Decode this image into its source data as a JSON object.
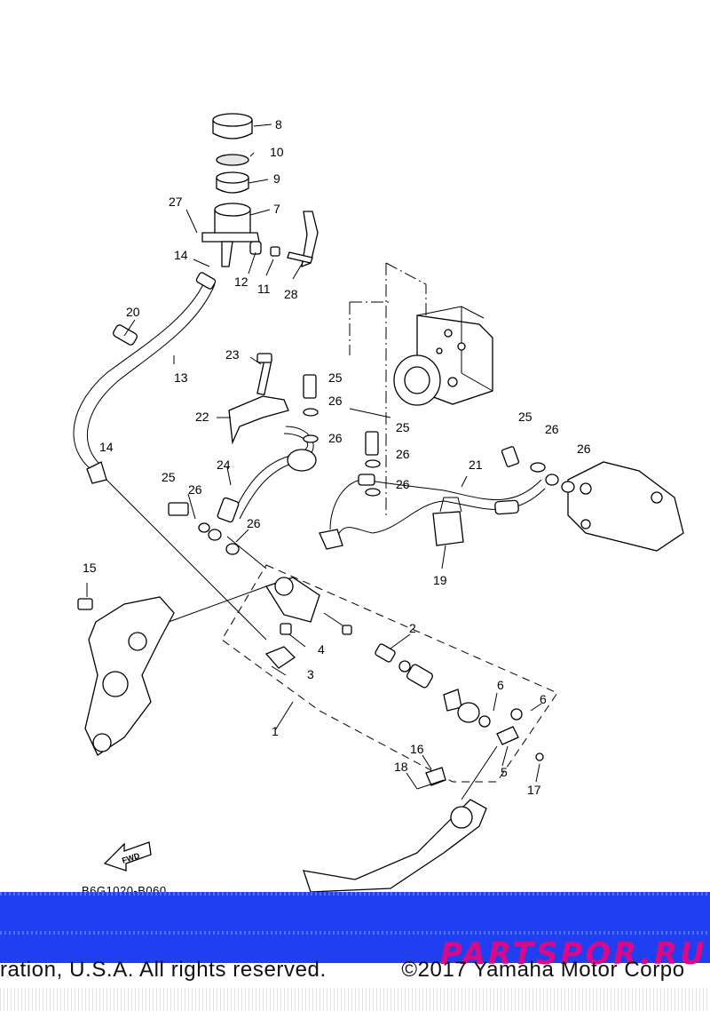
{
  "diagram": {
    "code": "B6G1020-B060",
    "fwd_label": "FWD",
    "callouts": [
      "1",
      "2",
      "3",
      "4",
      "5",
      "6",
      "7",
      "8",
      "9",
      "10",
      "11",
      "12",
      "13",
      "14",
      "15",
      "16",
      "17",
      "18",
      "19",
      "20",
      "21",
      "22",
      "23",
      "24",
      "25",
      "26",
      "27",
      "28"
    ]
  },
  "footer": {
    "copyright_left": "oration, U.S.A. All rights reserved.",
    "copyright_right": "©2017 Yamaha Motor Corpo",
    "watermark": "PARTSPOR.RU",
    "band_color": "#1f3ff0",
    "watermark_color": "#d90a8a"
  }
}
